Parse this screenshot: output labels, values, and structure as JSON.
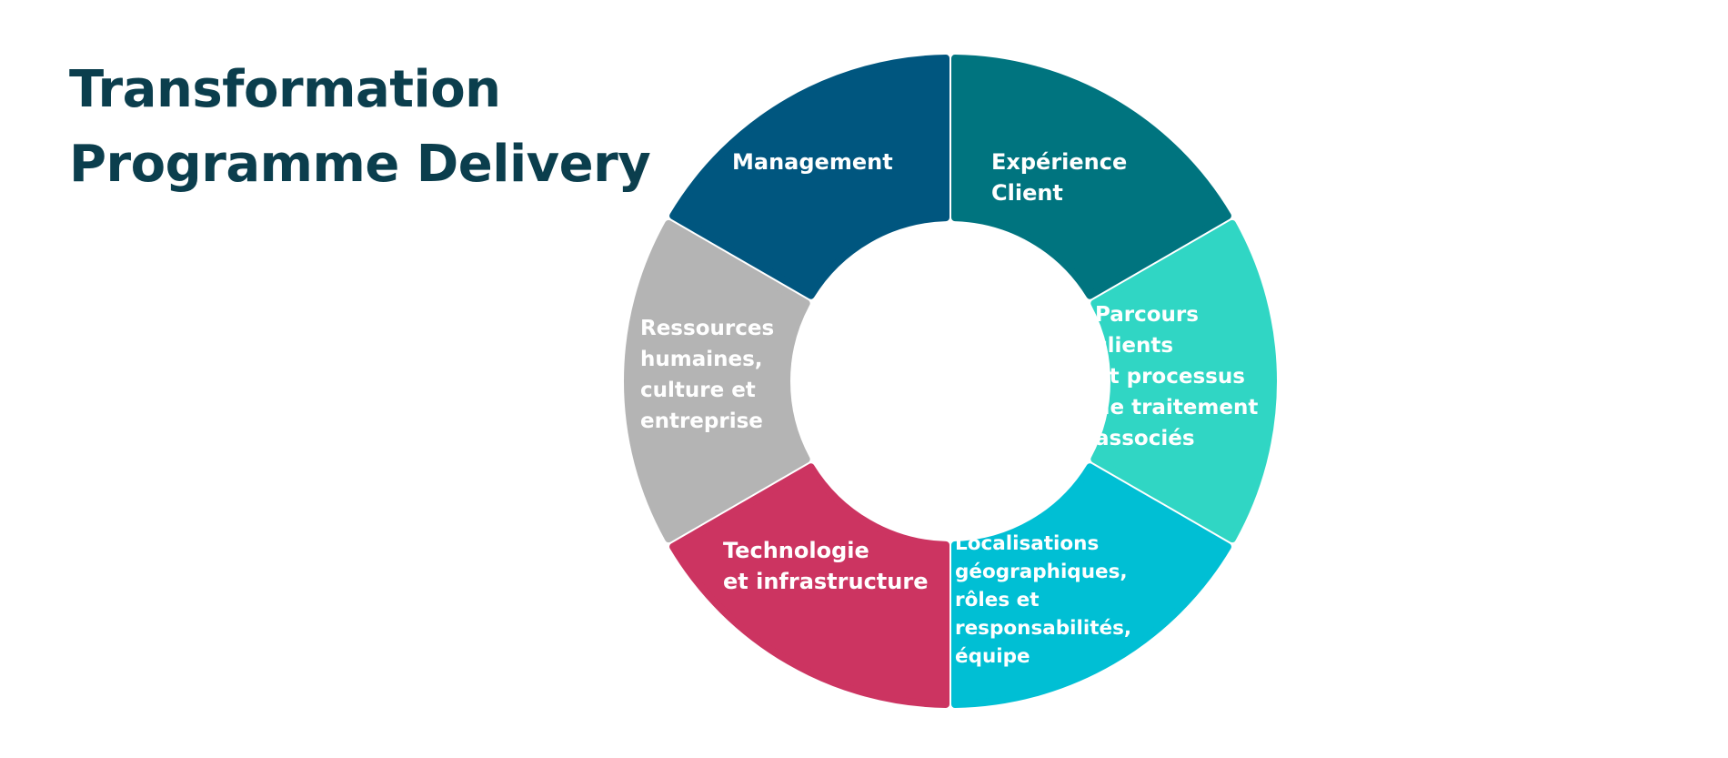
{
  "title": {
    "line1": "Transformation",
    "line2": "Programme Delivery"
  },
  "segments": [
    {
      "id": "management",
      "lines": [
        "Management"
      ],
      "color": "#00567f"
    },
    {
      "id": "experience-client",
      "lines": [
        "Expérience",
        "Client"
      ],
      "color": "#00747f"
    },
    {
      "id": "parcours-clients",
      "lines": [
        "Parcours",
        "clients",
        "et processus",
        "de traitement",
        "associés"
      ],
      "color": "#30d6c4"
    },
    {
      "id": "localisations",
      "lines": [
        "Localisations",
        "géographiques,",
        "rôles et",
        "responsabilités,",
        "équipe"
      ],
      "color": "#00bfd4"
    },
    {
      "id": "technologie",
      "lines": [
        "Technologie",
        "et infrastructure"
      ],
      "color": "#cc3461"
    },
    {
      "id": "ressources-humaines",
      "lines": [
        "Ressources",
        "humaines,",
        "culture et",
        "entreprise"
      ],
      "color": "#b4b4b4"
    }
  ]
}
